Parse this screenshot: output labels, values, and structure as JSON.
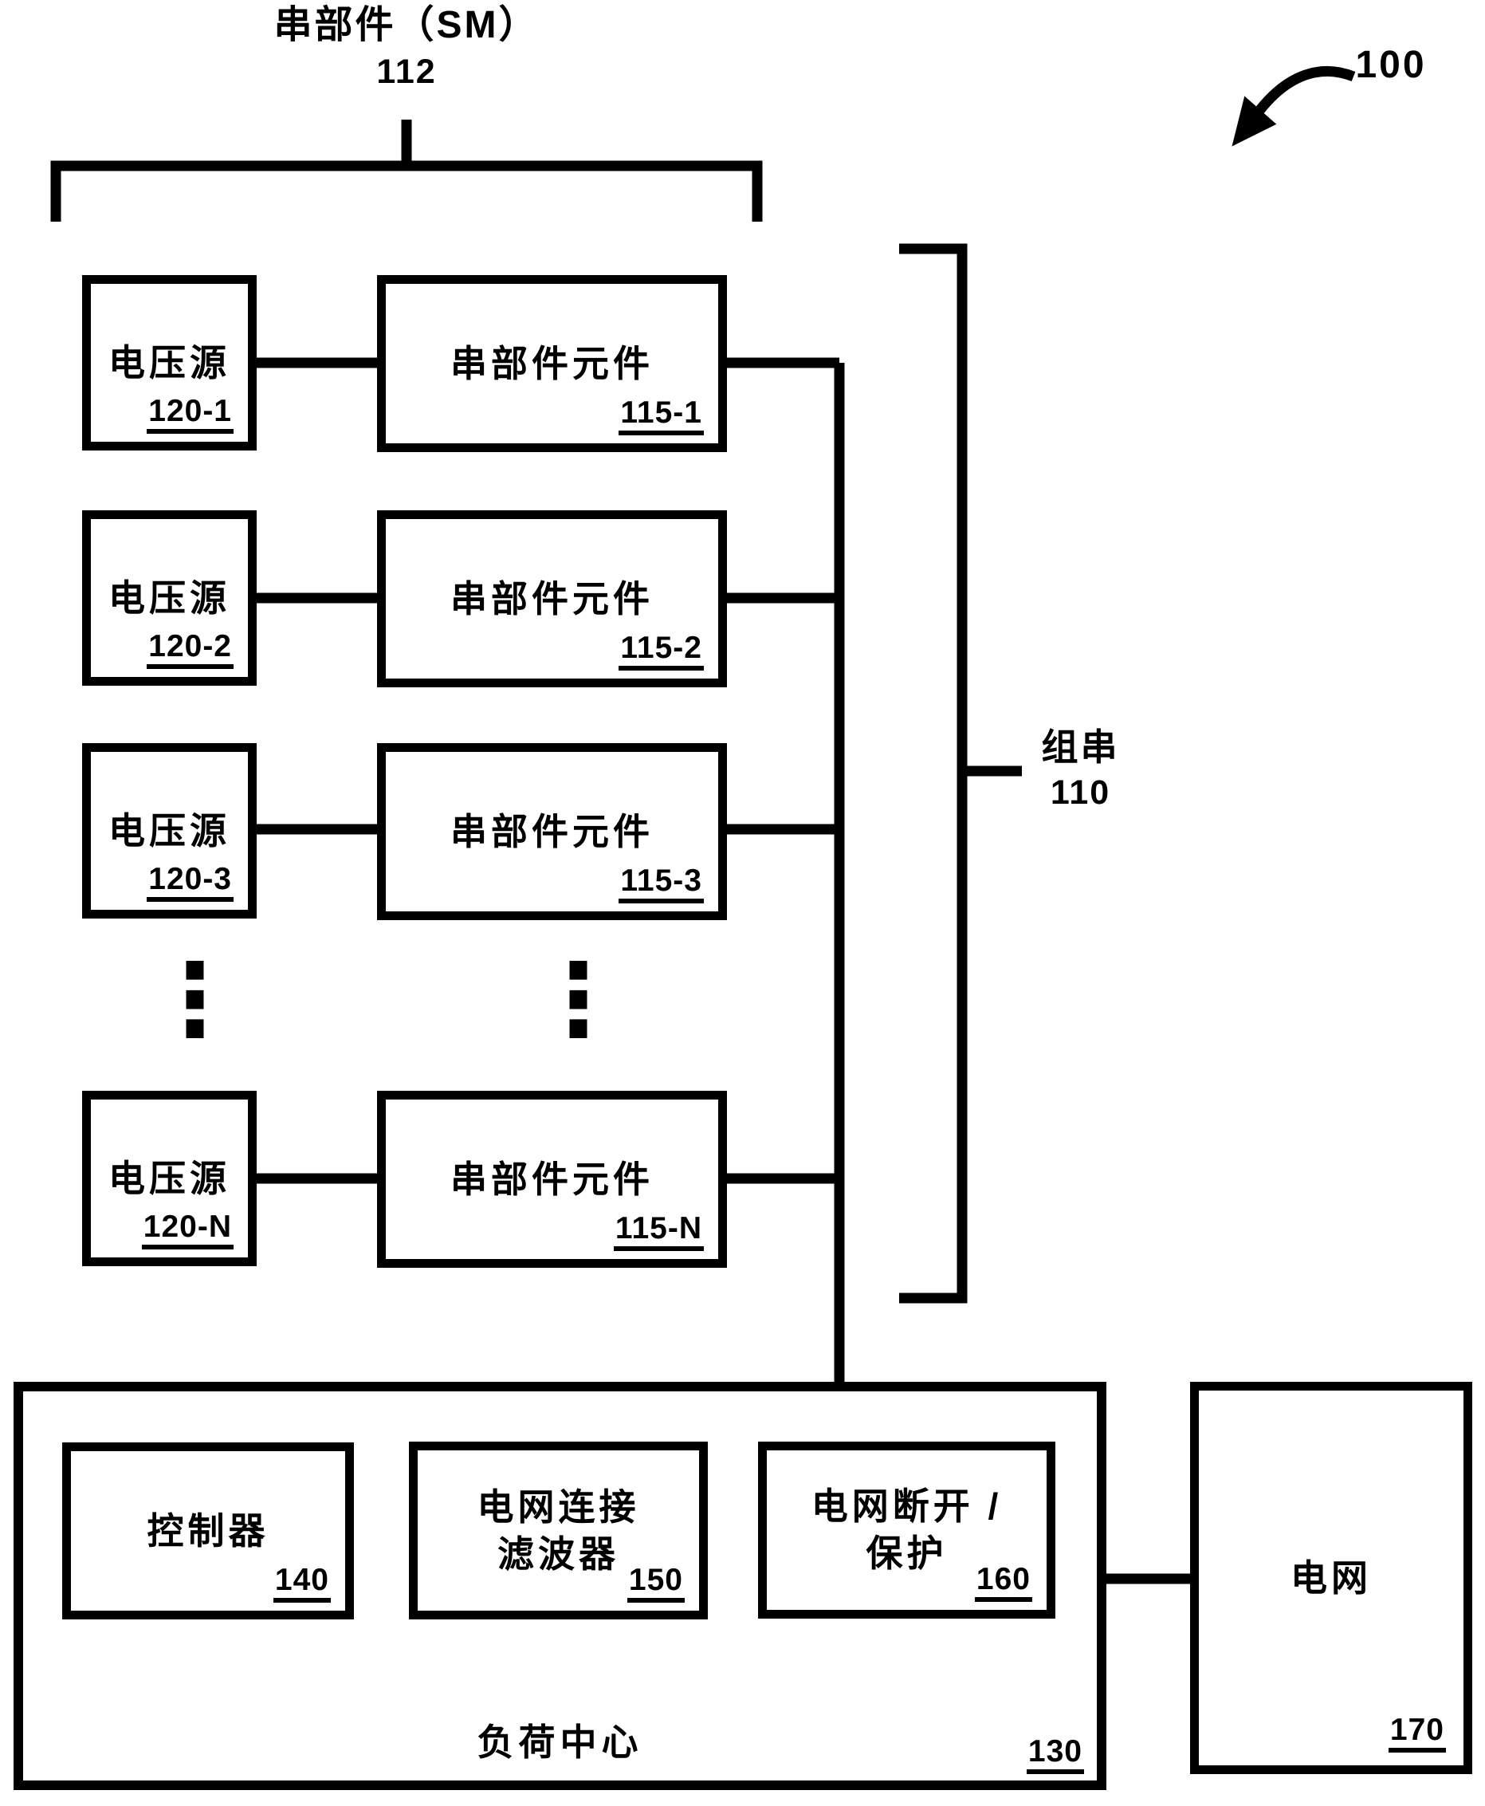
{
  "palette": {
    "ink": "#000000",
    "paper": "#ffffff"
  },
  "figure_ref": "100",
  "sm_bracket": {
    "title": "串部件（SM）",
    "ref": "112"
  },
  "group_bracket": {
    "label": "组串",
    "ref": "110"
  },
  "ellipsis": "⋮",
  "rows": [
    {
      "source_label": "电压源",
      "source_ref": "120-1",
      "element_label": "串部件元件",
      "element_ref": "115-1"
    },
    {
      "source_label": "电压源",
      "source_ref": "120-2",
      "element_label": "串部件元件",
      "element_ref": "115-2"
    },
    {
      "source_label": "电压源",
      "source_ref": "120-3",
      "element_label": "串部件元件",
      "element_ref": "115-3"
    },
    {
      "source_label": "电压源",
      "source_ref": "120-N",
      "element_label": "串部件元件",
      "element_ref": "115-N"
    }
  ],
  "load_center": {
    "label": "负荷中心",
    "ref": "130",
    "modules": [
      {
        "line1": "控制器",
        "line2": "",
        "ref": "140"
      },
      {
        "line1": "电网连接",
        "line2": "滤波器",
        "ref": "150"
      },
      {
        "line1": "电网断开 /",
        "line2": "保护",
        "ref": "160"
      }
    ]
  },
  "grid": {
    "label": "电网",
    "ref": "170"
  }
}
